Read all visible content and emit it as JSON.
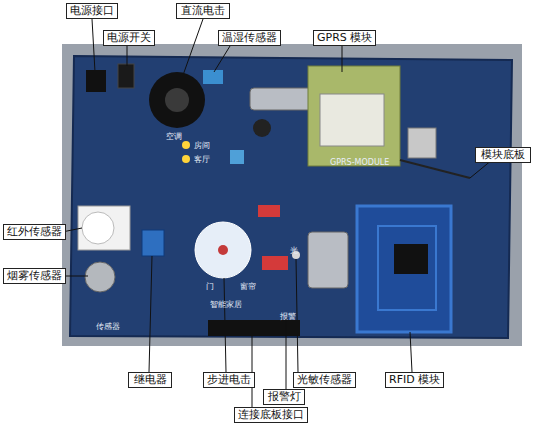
{
  "diagram": {
    "nodes": [
      {
        "text": [
          "电源接口"
        ]
      },
      {
        "text": [
          "直流电击"
        ]
      },
      {
        "text": [
          "电源开关"
        ]
      },
      {
        "text": [
          "温湿传感器"
        ]
      },
      {
        "text": [
          "GPRS 模块"
        ]
      },
      {
        "text": [
          "模块底板"
        ]
      },
      {
        "text": [
          "红外传感器"
        ]
      },
      {
        "text": [
          "烟雾传感器"
        ]
      },
      {
        "text": [
          "继电器"
        ]
      },
      {
        "text": [
          "步进电击"
        ]
      },
      {
        "text": [
          "光敏传感器"
        ]
      },
      {
        "text": [
          "RFID 模块"
        ]
      },
      {
        "text": [
          "报警灯"
        ]
      },
      {
        "text": [
          "连接底板接口"
        ]
      }
    ],
    "labels": [
      "空调",
      "房间",
      "客厅",
      "GPRS-MODULE",
      "门",
      "窗帘",
      "智能家居",
      "光",
      "报警",
      "传感器"
    ]
  }
}
